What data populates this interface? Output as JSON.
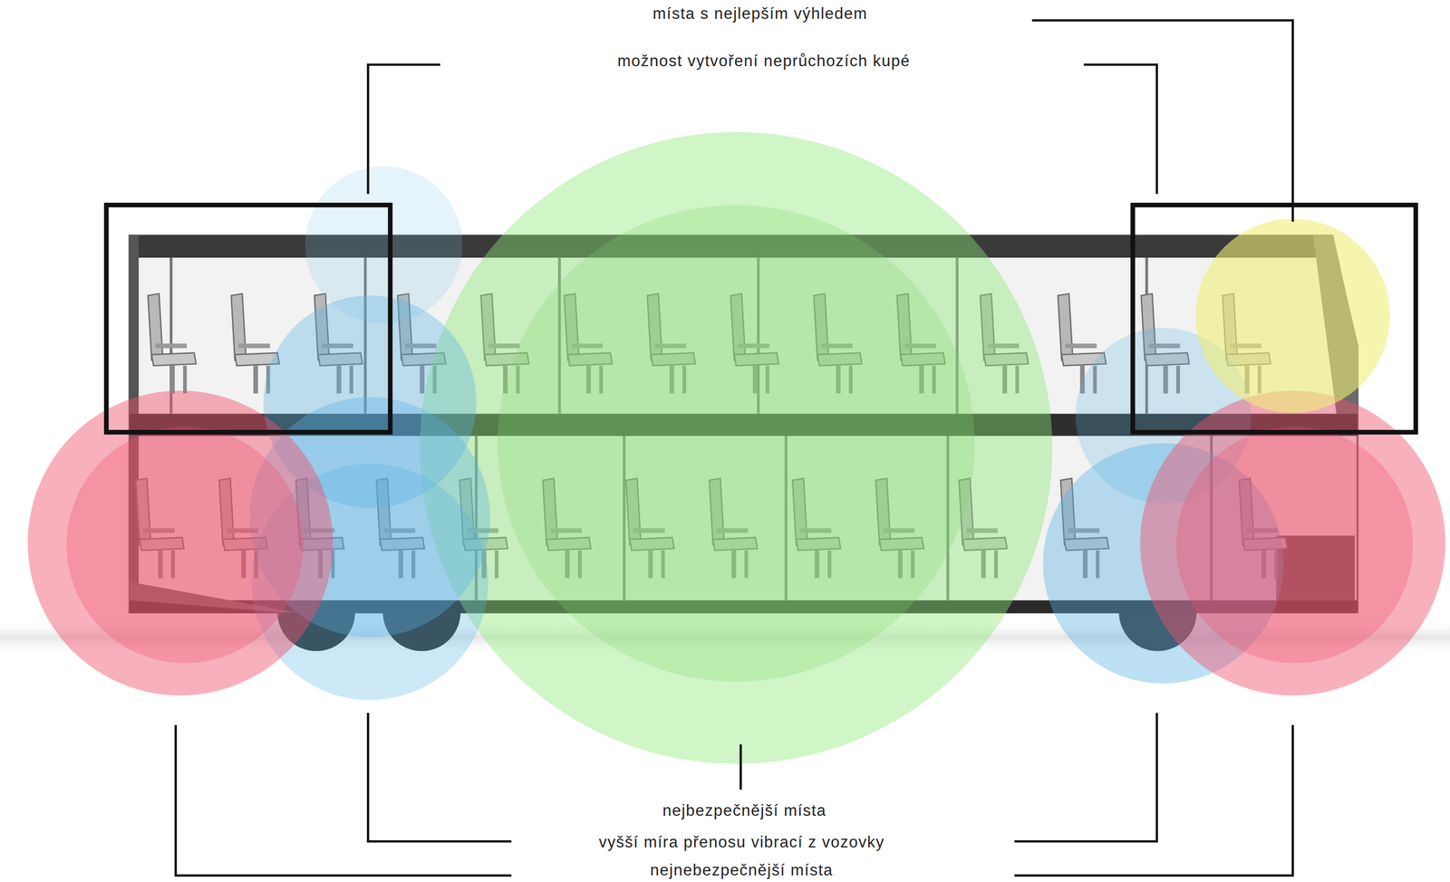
{
  "diagram": {
    "labels": [
      "místa s nejlepším výhledem",
      "možnost vytvoření neprůchozích kupé",
      "nejbezpečnější místa",
      "vyšší míra přenosu vibrací z vozovky",
      "nejnebezpečnější místa"
    ]
  }
}
